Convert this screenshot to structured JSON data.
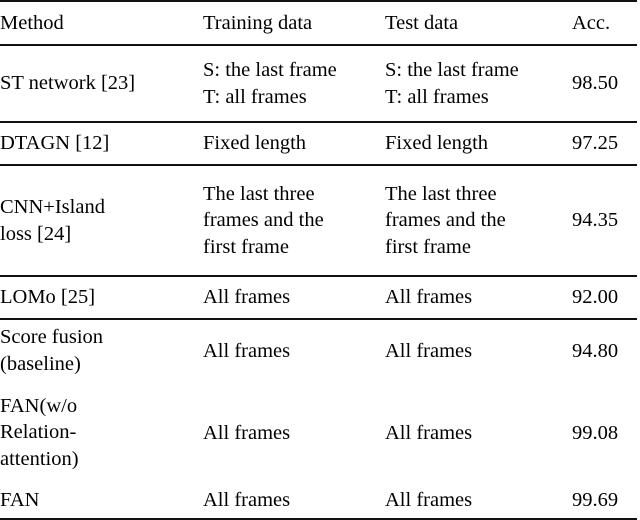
{
  "table": {
    "caption": "",
    "columns": [
      {
        "key": "method",
        "label": "Method"
      },
      {
        "key": "training_data",
        "label": "Training data"
      },
      {
        "key": "test_data",
        "label": "Test data"
      },
      {
        "key": "accuracy",
        "label": "Acc."
      }
    ],
    "rows": [
      {
        "method": "ST network [23]",
        "training_data": "S: the last frame\nT: all frames",
        "test_data": "S: the last frame\nT: all frames",
        "accuracy": "98.50",
        "bold": false
      },
      {
        "method": "DTAGN [12]",
        "training_data": "Fixed length",
        "test_data": "Fixed length",
        "accuracy": "97.25",
        "bold": false
      },
      {
        "method": "CNN+Island\nloss [24]",
        "training_data": "The last three\nframes and the\nfirst frame",
        "test_data": "The last three\nframes and the\nfirst frame",
        "accuracy": "94.35",
        "bold": false
      },
      {
        "method": "LOMo [25]",
        "training_data": "All frames",
        "test_data": "All frames",
        "accuracy": "92.00",
        "bold": false
      },
      {
        "method": "Score fusion\n(baseline)",
        "training_data": "All frames",
        "test_data": "All frames",
        "accuracy": "94.80",
        "bold": false
      },
      {
        "method": "FAN(w/o\nRelation-\nattention)",
        "training_data": "All frames",
        "test_data": "All frames",
        "accuracy": "99.08",
        "bold": true
      },
      {
        "method": "FAN",
        "training_data": "All frames",
        "test_data": "All frames",
        "accuracy": "99.69",
        "bold": true
      }
    ]
  },
  "colors": {
    "rule": "#111111",
    "text": "#000000",
    "background": "#ffffff"
  }
}
